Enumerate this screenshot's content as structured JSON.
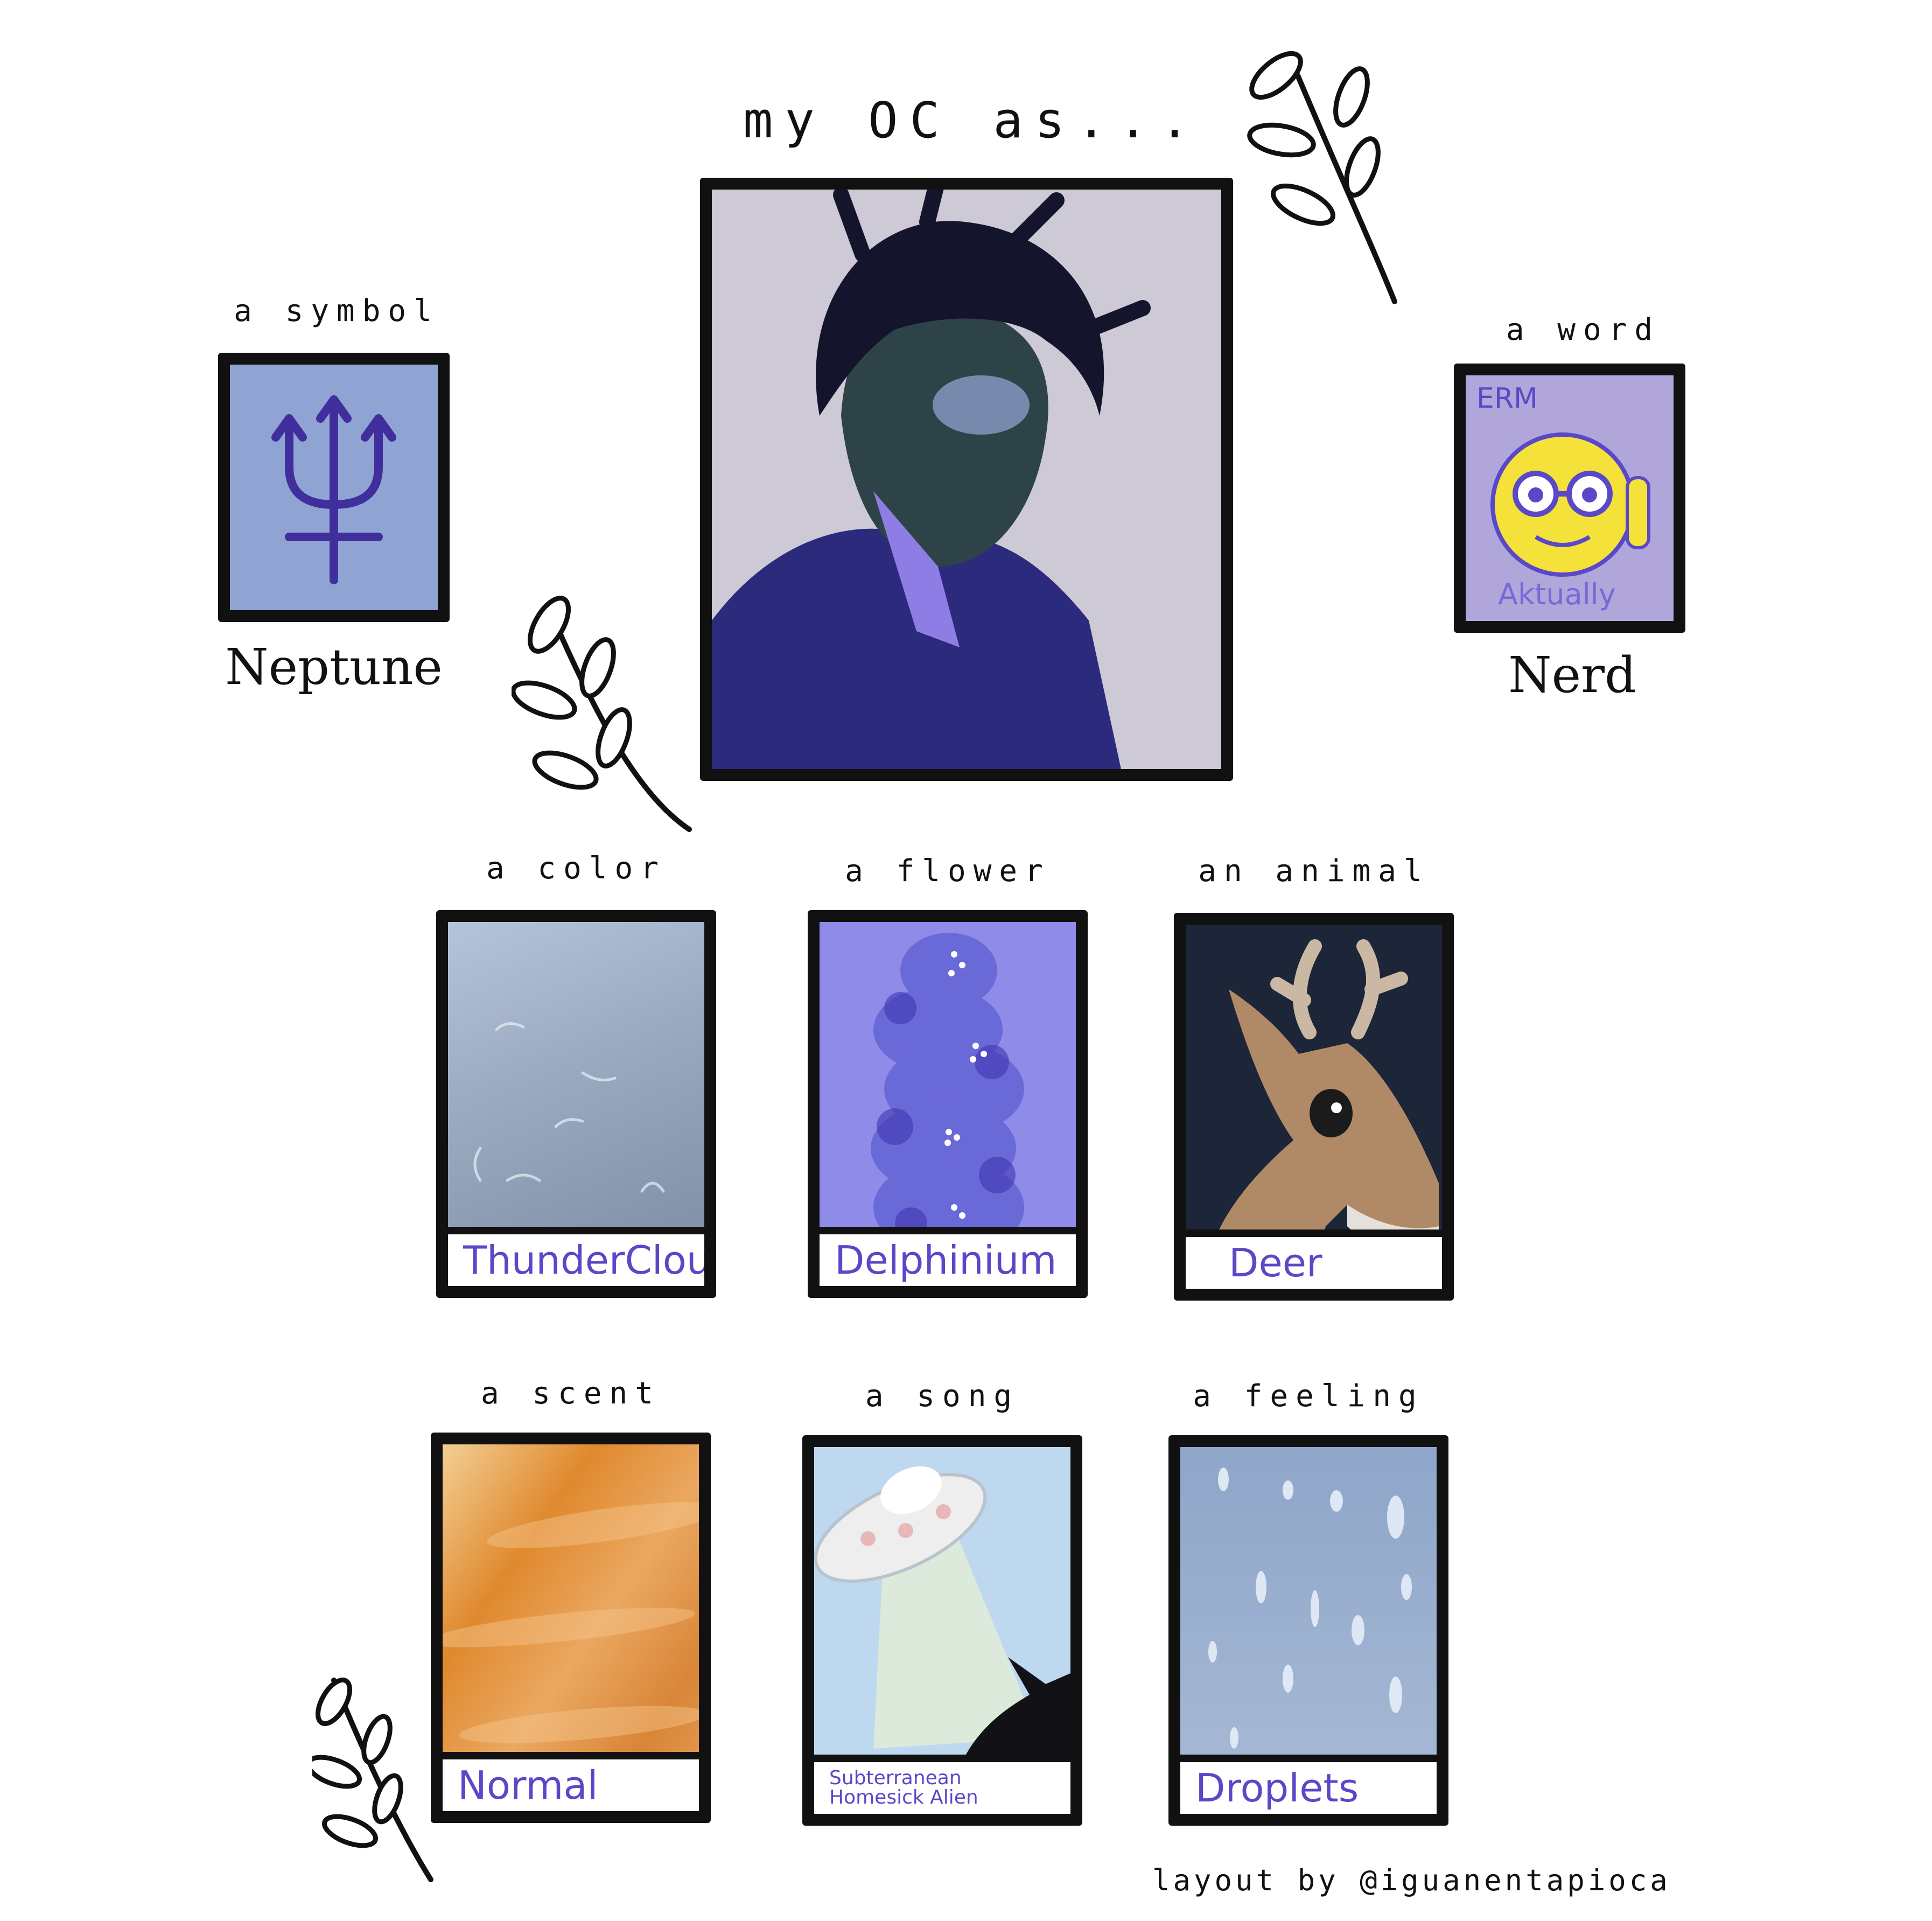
{
  "title": "my OC as...",
  "credit": "layout by @iguanentapioca",
  "cards": {
    "symbol": {
      "caption": "a symbol",
      "answer": "Neptune"
    },
    "word": {
      "caption": "a word",
      "answer": "Nerd",
      "inner_top": "ERM",
      "inner_bottom": "Aktually"
    },
    "color": {
      "caption": "a color",
      "answer": "ThunderCloud"
    },
    "flower": {
      "caption": "a flower",
      "answer": "Delphinium"
    },
    "animal": {
      "caption": "an animal",
      "answer": "Deer"
    },
    "scent": {
      "caption": "a scent",
      "answer": "Normal"
    },
    "song": {
      "caption": "a song",
      "answer_line1": "Subterranean",
      "answer_line2": "Homesick Alien"
    },
    "feeling": {
      "caption": "a feeling",
      "answer": "Droplets"
    }
  },
  "colors": {
    "frame": "#111111",
    "label_text": "#5a48c8",
    "symbol_bg": "#8fa4d2",
    "symbol_glyph": "#3f2e9c",
    "word_bg": "#b0a6da",
    "emoji_face": "#f4e23a",
    "cloud": "#a4b3c9",
    "delphinium": "#6a69d8",
    "night": "#1d2638",
    "deer": "#b08a67",
    "scent": "#e39a4a",
    "sky": "#bdd8ef",
    "rain": "#9bb1d0",
    "portrait_bg": "#cdc9d5"
  }
}
